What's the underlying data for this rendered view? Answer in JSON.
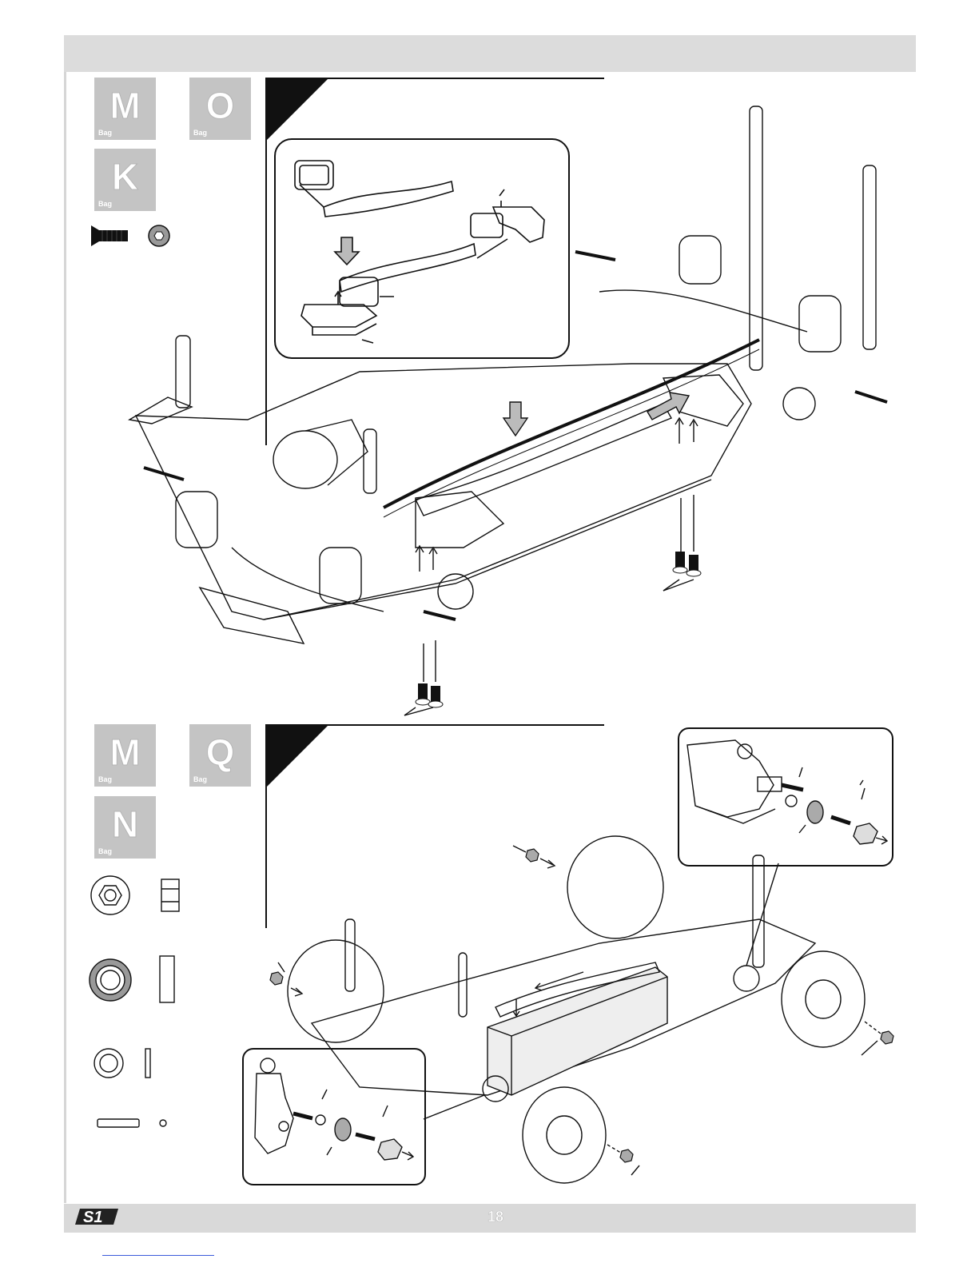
{
  "step1": {
    "bags": [
      {
        "letter": "M",
        "word": "Bag"
      },
      {
        "letter": "O",
        "word": "Bag"
      },
      {
        "letter": "K",
        "word": "Bag"
      }
    ]
  },
  "step2": {
    "bags": [
      {
        "letter": "M",
        "word": "Bag"
      },
      {
        "letter": "Q",
        "word": "Bag"
      },
      {
        "letter": "N",
        "word": "Bag"
      }
    ]
  },
  "footer": {
    "page_number": "18",
    "logo_text": "S1"
  },
  "icons": [
    "flat-head-screw-icon",
    "washer-icon",
    "flange-nut-icon",
    "ball-bearing-icon",
    "shim-icon",
    "pin-icon",
    "steel-ball-icon",
    "battery-icon",
    "wheel-icon",
    "chassis-icon"
  ],
  "colors": {
    "band": "#dcdcdc",
    "bag_box": "#c4c4c4",
    "ink": "#111111"
  }
}
